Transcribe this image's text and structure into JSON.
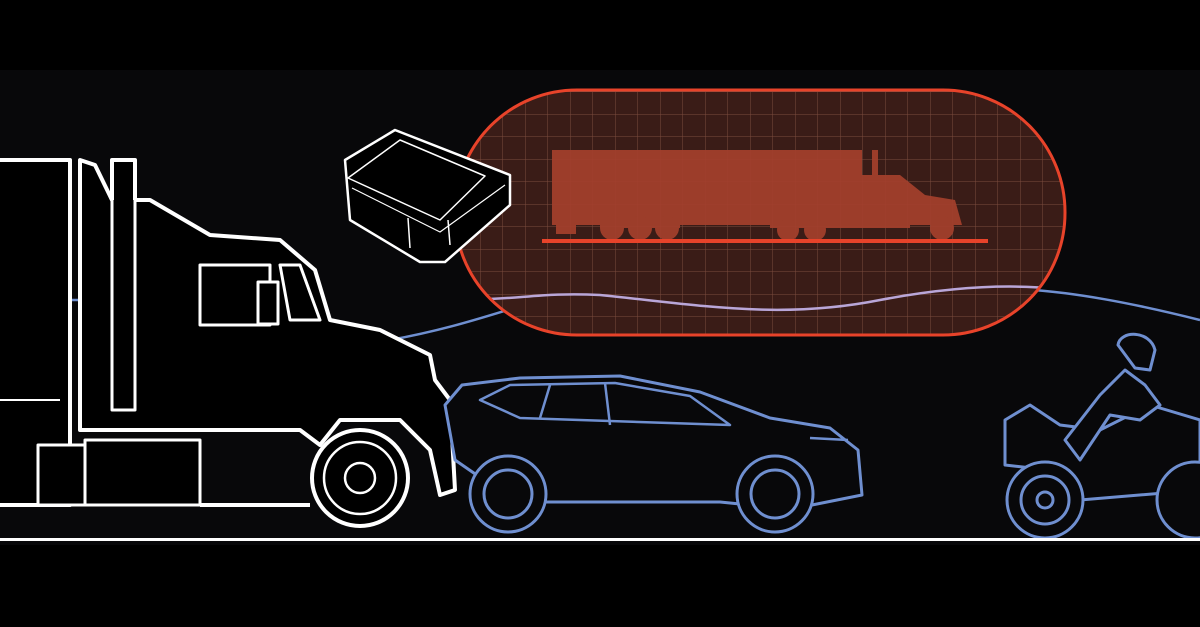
{
  "colors": {
    "background": "#000000",
    "scene_band": "#08080a",
    "truck_outline": "#ffffff",
    "car_outline": "#6f8fd0",
    "bubble_stroke": "#e8432a",
    "bubble_fill": "#3a1c17",
    "truck_silhouette": "#a5402c",
    "road_line": "#ffffff",
    "wave": "#7d95d6",
    "wave_inside": "#b9a6d8"
  },
  "icons": [
    "semi-truck-outline",
    "obd-device-icon",
    "truck-silhouette-icon",
    "car-outline",
    "motorcycle-rider-outline"
  ]
}
